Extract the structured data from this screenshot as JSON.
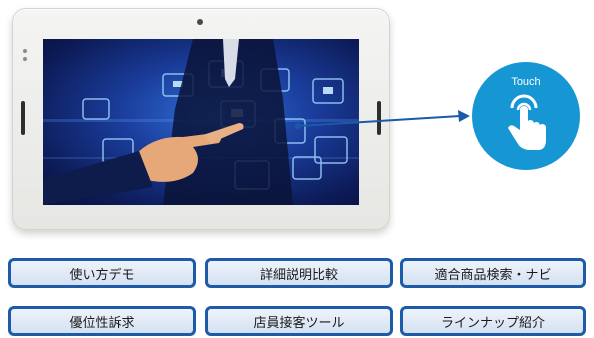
{
  "touch": {
    "label": "Touch"
  },
  "colors": {
    "accent_blue": "#1796d4",
    "button_border": "#1d5aa8",
    "screen_blue": "#1a3c9a"
  },
  "icons": {
    "touch_hand": "hand-pointer-icon",
    "camera": "camera-icon"
  },
  "menu": {
    "items": [
      {
        "label": "使い方デモ"
      },
      {
        "label": "詳細説明比較"
      },
      {
        "label": "適合商品検索・ナビ"
      },
      {
        "label": "優位性訴求"
      },
      {
        "label": "店員接客ツール"
      },
      {
        "label": "ラインナップ紹介"
      }
    ]
  }
}
